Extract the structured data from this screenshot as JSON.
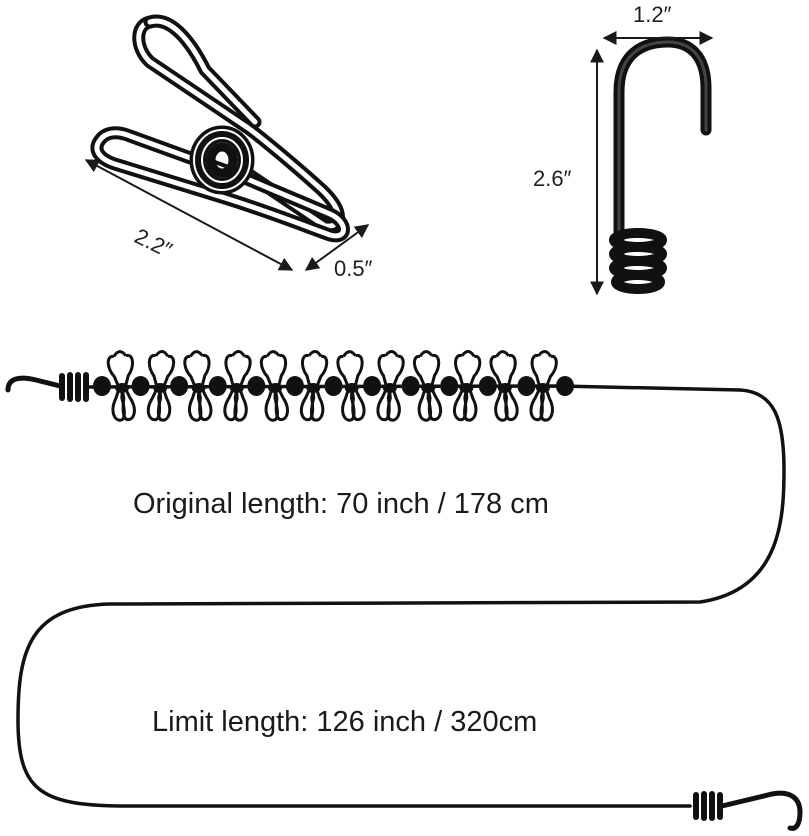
{
  "clip": {
    "length_label": "2.2″",
    "width_label": "0.5″",
    "color": "#111111"
  },
  "hook": {
    "width_label": "1.2″",
    "height_label": "2.6″",
    "color": "#111111"
  },
  "clothesline": {
    "original_length_text": "Original length: 70 inch / 178 cm",
    "limit_length_text": "Limit length: 126 inch / 320cm",
    "clip_count": 12,
    "bead_count": 13,
    "cord_color": "#111111"
  }
}
